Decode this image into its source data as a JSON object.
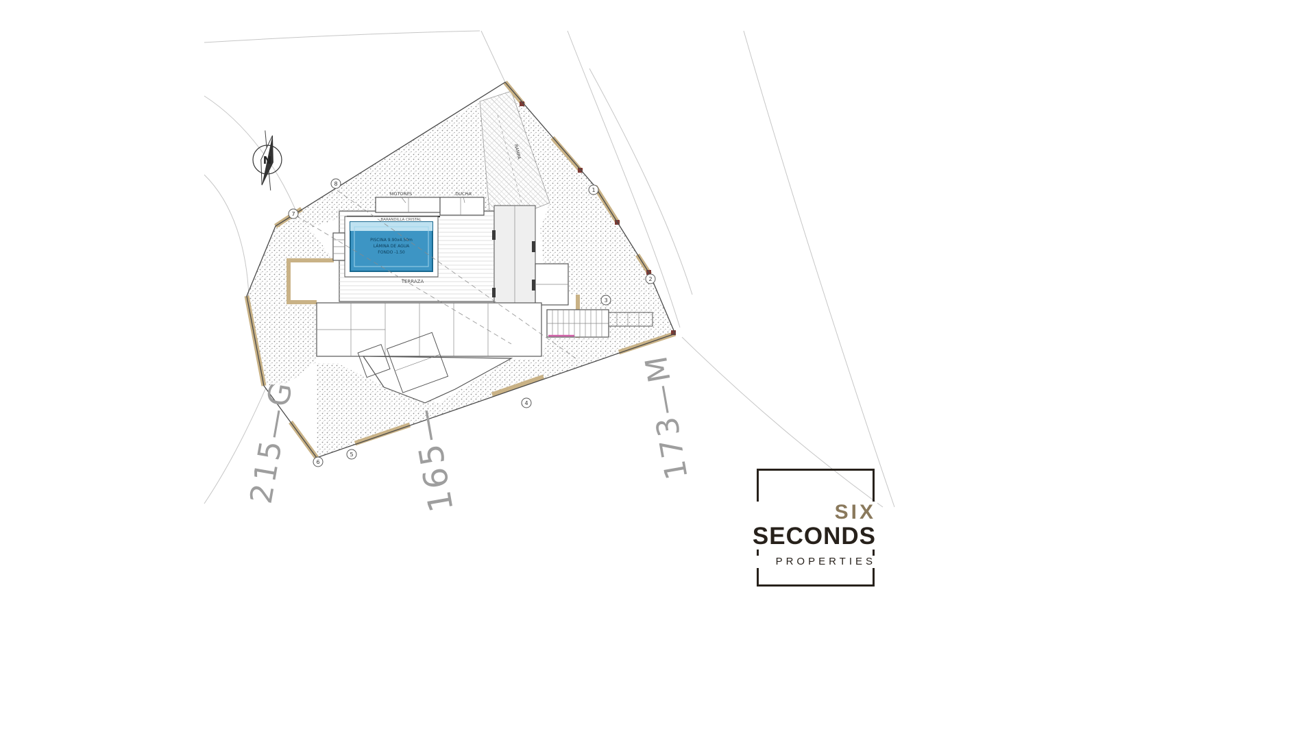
{
  "plan": {
    "north_label": "N",
    "plot_labels": {
      "bottom": "165—",
      "right": "173—M",
      "left": "215—G"
    },
    "labels": {
      "terrace": "TERRAZA",
      "ramp": "RAMPA",
      "motors": "MOTORES",
      "shower": "DUCHA",
      "glass_rail": "BARANDILLA CRISTAL",
      "pool_line1": "PISCINA 9.90x4.50m",
      "pool_line2": "LÁMINA DE AGUA",
      "pool_line3": "FONDO -1.50"
    },
    "stations": [
      "1",
      "2",
      "3",
      "4",
      "5",
      "6",
      "7",
      "8"
    ]
  },
  "logo": {
    "line1": "SIX",
    "line2": "SECONDS",
    "line3": "PROPERTIES"
  },
  "colors": {
    "pool_fill": "#3d95c4",
    "pool_light": "#bfe2f1",
    "wall_tan": "#c9b286",
    "logo_brown": "#8a795c",
    "logo_dark": "#27211b",
    "line_dark": "#4a4a4a",
    "contour_gray": "#c6c6c6",
    "plot_num_gray": "#9e9e9e"
  }
}
